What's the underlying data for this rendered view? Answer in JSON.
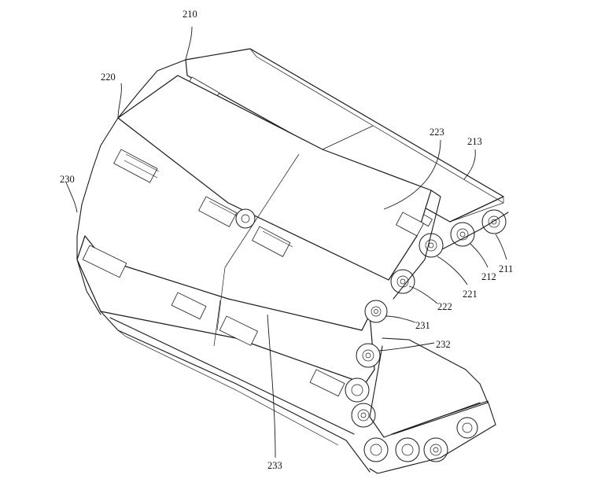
{
  "labels": {
    "l210": "210",
    "l220": "220",
    "l230": "230",
    "l223": "223",
    "l213": "213",
    "l211": "211",
    "l212": "212",
    "l221": "221",
    "l222": "222",
    "l231": "231",
    "l232": "232",
    "l233": "233"
  }
}
